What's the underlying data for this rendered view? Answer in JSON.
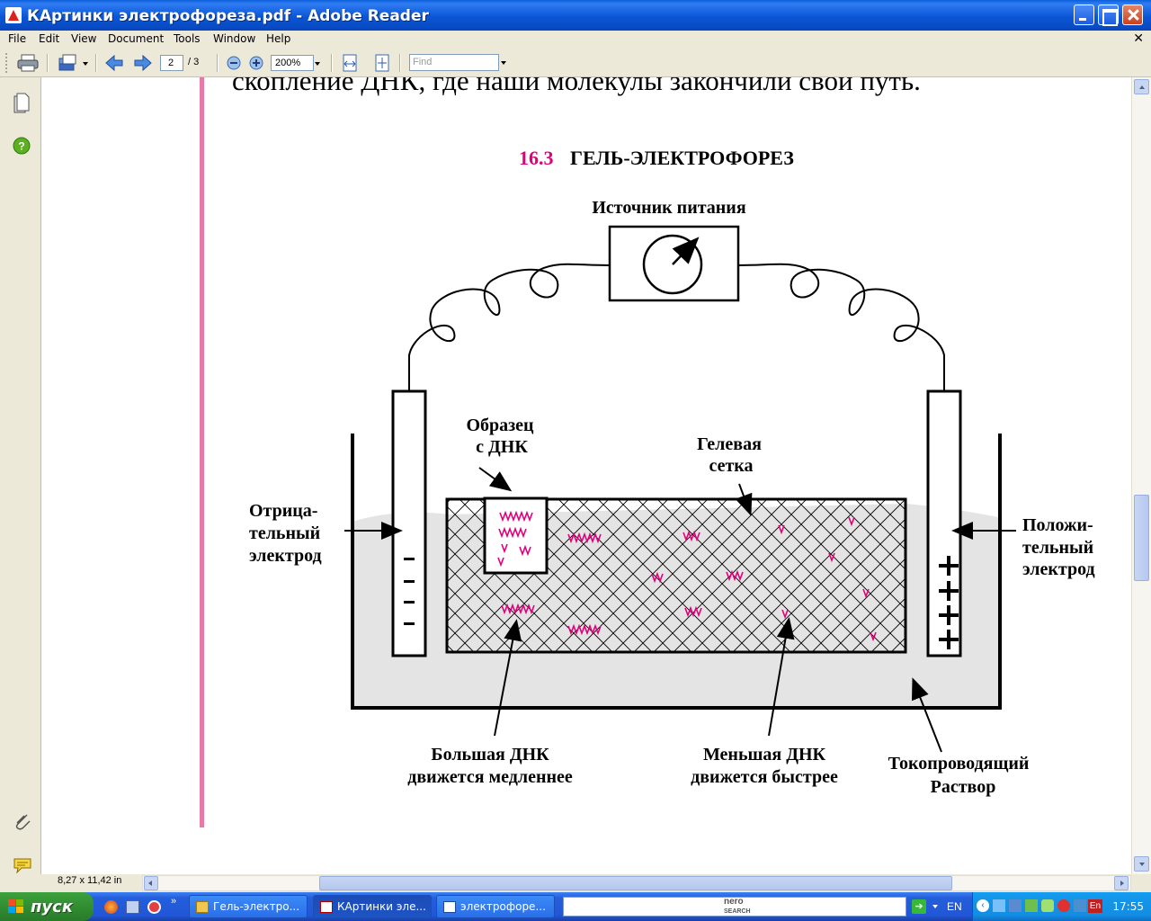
{
  "window": {
    "title": "КАртинки электрофореза.pdf - Adobe Reader"
  },
  "menu": [
    "File",
    "Edit",
    "View",
    "Document",
    "Tools",
    "Window",
    "Help"
  ],
  "toolbar": {
    "page_current": "2",
    "page_total": "/ 3",
    "zoom": "200%",
    "find_placeholder": "Find"
  },
  "document": {
    "top_text": "скопление ДНК, где наши молекулы закончили свой путь.",
    "section_number": "16.3",
    "section_title": "ГЕЛЬ-ЭЛЕКТРОФОРЕЗ",
    "diagram": {
      "power_source": "Источник питания",
      "sample_line1": "Образец",
      "sample_line2": "с ДНК",
      "gel_line1": "Гелевая",
      "gel_line2": "сетка",
      "neg_line1": "Отрица-",
      "neg_line2": "тельный",
      "neg_line3": "электрод",
      "pos_line1": "Положи-",
      "pos_line2": "тельный",
      "pos_line3": "электрод",
      "large_line1": "Большая ДНК",
      "large_line2": "движется медленнее",
      "small_line1": "Меньшая ДНК",
      "small_line2": "движется быстрее",
      "buffer_line1": "Токопроводящий",
      "buffer_line2": "Раствор",
      "minus_sign": "–",
      "plus_sign": "+"
    }
  },
  "status": {
    "page_size": "8,27 x 11,42 in"
  },
  "taskbar": {
    "start_label": "пуск",
    "tasks": [
      "Гель-электро...",
      "КАртинки элe...",
      "электрофоре..."
    ],
    "search_brand": "nero",
    "search_brand_sub": "SEARCH",
    "lang": "EN",
    "tray_lang": "En",
    "clock": "17:55"
  },
  "colors": {
    "accent_pink": "#e0007a",
    "margin_bar": "#e87aa8",
    "xp_blue": "#0a56d6"
  }
}
